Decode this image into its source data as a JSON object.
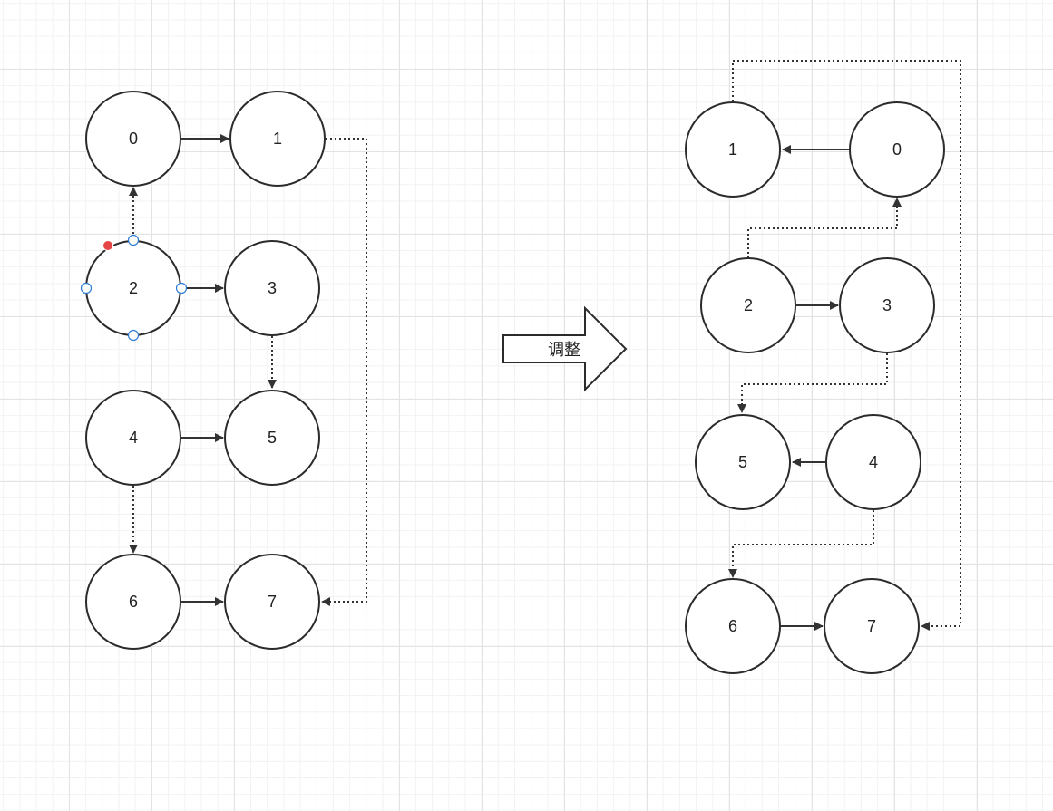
{
  "diagram": {
    "colors": {
      "stroke": "#2b2b2b",
      "selection_handle": "#2b7bd6",
      "rotation_handle": "#e64545"
    },
    "transform_arrow_label": "调整",
    "left": {
      "nodes": [
        {
          "id": "L0",
          "label": "0"
        },
        {
          "id": "L1",
          "label": "1"
        },
        {
          "id": "L2",
          "label": "2",
          "selected": true
        },
        {
          "id": "L3",
          "label": "3"
        },
        {
          "id": "L4",
          "label": "4"
        },
        {
          "id": "L5",
          "label": "5"
        },
        {
          "id": "L6",
          "label": "6"
        },
        {
          "id": "L7",
          "label": "7"
        }
      ],
      "edges": [
        {
          "from": "0",
          "to": "1",
          "style": "solid"
        },
        {
          "from": "2",
          "to": "0",
          "style": "dotted"
        },
        {
          "from": "2",
          "to": "3",
          "style": "solid"
        },
        {
          "from": "3",
          "to": "5",
          "style": "dotted"
        },
        {
          "from": "4",
          "to": "5",
          "style": "solid"
        },
        {
          "from": "4",
          "to": "6",
          "style": "dotted"
        },
        {
          "from": "6",
          "to": "7",
          "style": "solid"
        },
        {
          "from": "1",
          "to": "7",
          "style": "dotted"
        }
      ]
    },
    "right": {
      "nodes": [
        {
          "id": "R1",
          "label": "1"
        },
        {
          "id": "R0",
          "label": "0"
        },
        {
          "id": "R2",
          "label": "2"
        },
        {
          "id": "R3",
          "label": "3"
        },
        {
          "id": "R5",
          "label": "5"
        },
        {
          "id": "R4",
          "label": "4"
        },
        {
          "id": "R6",
          "label": "6"
        },
        {
          "id": "R7",
          "label": "7"
        }
      ],
      "edges": [
        {
          "from": "0",
          "to": "1",
          "style": "solid"
        },
        {
          "from": "2",
          "to": "0",
          "style": "dotted"
        },
        {
          "from": "2",
          "to": "3",
          "style": "solid"
        },
        {
          "from": "3",
          "to": "5",
          "style": "dotted"
        },
        {
          "from": "4",
          "to": "5",
          "style": "solid"
        },
        {
          "from": "4",
          "to": "6",
          "style": "dotted"
        },
        {
          "from": "6",
          "to": "7",
          "style": "solid"
        },
        {
          "from": "1",
          "to": "7",
          "style": "dotted"
        }
      ]
    }
  }
}
